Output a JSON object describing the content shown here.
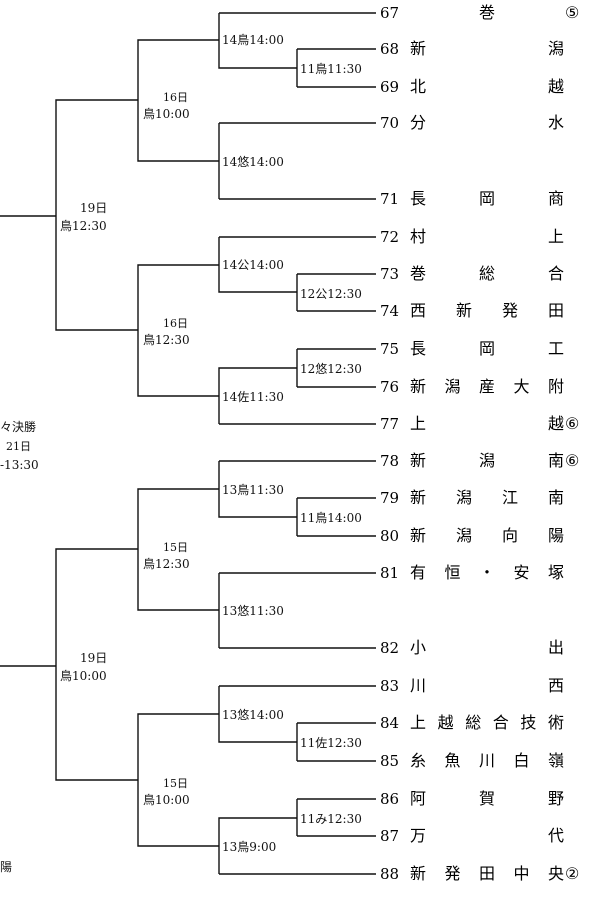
{
  "teams": [
    {
      "no": "67",
      "name": "巻",
      "mark": "⑤"
    },
    {
      "no": "68",
      "name": "新潟",
      "mark": ""
    },
    {
      "no": "69",
      "name": "北越",
      "mark": ""
    },
    {
      "no": "70",
      "name": "分水",
      "mark": ""
    },
    {
      "no": "71",
      "name": "長岡商",
      "mark": ""
    },
    {
      "no": "72",
      "name": "村上",
      "mark": ""
    },
    {
      "no": "73",
      "name": "巻総合",
      "mark": ""
    },
    {
      "no": "74",
      "name": "西新発田",
      "mark": ""
    },
    {
      "no": "75",
      "name": "長岡工",
      "mark": ""
    },
    {
      "no": "76",
      "name": "新潟産大附",
      "mark": ""
    },
    {
      "no": "77",
      "name": "上越",
      "mark": "⑥"
    },
    {
      "no": "78",
      "name": "新潟南",
      "mark": "⑥"
    },
    {
      "no": "79",
      "name": "新潟江南",
      "mark": ""
    },
    {
      "no": "80",
      "name": "新潟向陽",
      "mark": ""
    },
    {
      "no": "81",
      "name": "有恒・安塚",
      "mark": ""
    },
    {
      "no": "82",
      "name": "小出",
      "mark": ""
    },
    {
      "no": "83",
      "name": "川西",
      "mark": ""
    },
    {
      "no": "84",
      "name": "上越総合技術",
      "mark": ""
    },
    {
      "no": "85",
      "name": "糸魚川白嶺",
      "mark": ""
    },
    {
      "no": "86",
      "name": "阿賀野",
      "mark": ""
    },
    {
      "no": "87",
      "name": "万代",
      "mark": ""
    },
    {
      "no": "88",
      "name": "新発田中央",
      "mark": "②"
    }
  ],
  "games": {
    "r1_68_69": "11鳥11:30",
    "r2_67_6869": "14鳥14:00",
    "r2_70_71": "14悠14:00",
    "r3_top": {
      "day": "16日",
      "time": "鳥10:00"
    },
    "r1_73_74": "12公12:30",
    "r2_72_7374": "14公14:00",
    "r1_75_76": "12悠12:30",
    "r2_7576_77": "14佐11:30",
    "r3_second": {
      "day": "16日",
      "time": "鳥12:30"
    },
    "r4_upper": {
      "day": "19日",
      "time": "鳥12:30"
    },
    "qf": {
      "title": "々決勝",
      "day": "21日",
      "time": "-13:30"
    },
    "r1_79_80": "11鳥14:00",
    "r2_78_7980": "13鳥11:30",
    "r2_81_82": "13悠11:30",
    "r3_third": {
      "day": "15日",
      "time": "鳥12:30"
    },
    "r4_lower": {
      "day": "19日",
      "time": "鳥10:00"
    },
    "r1_84_85": "11佐12:30",
    "r2_83_8485": "13悠14:00",
    "r1_86_87": "11み12:30",
    "r2_8687_88": "13鳥9:00",
    "r3_fourth": {
      "day": "15日",
      "time": "鳥10:00"
    }
  },
  "edge_text": "陽"
}
